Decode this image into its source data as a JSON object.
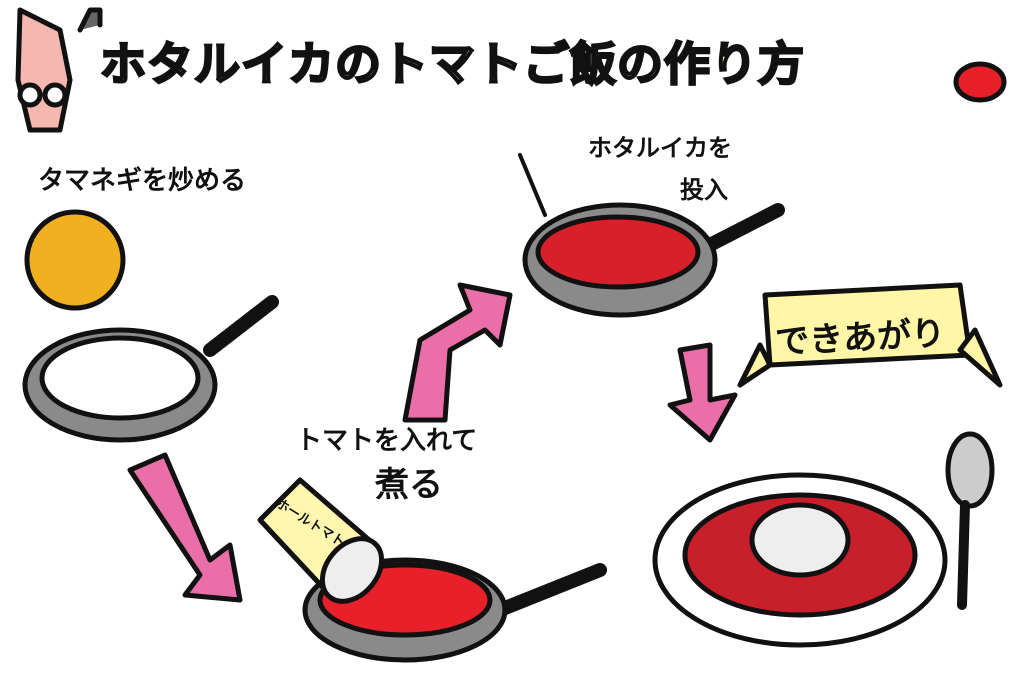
{
  "title": "ホタルイカのトマトご飯の作り方",
  "steps": [
    {
      "label": "タマネギを炒める"
    },
    {
      "label_line1": "ホタルイカを",
      "label_line2": "投入"
    },
    {
      "label_line1": "トマトを入れて",
      "label_line2": "煮る"
    },
    {
      "label": "できあがり"
    }
  ],
  "can_label": "ホールトマト",
  "colors": {
    "title_fill": "#fff6a8",
    "arrow": "#ea6fa8",
    "tomato": "#e8202a",
    "pan": "#8a8a8a",
    "banner": "#fff6a8",
    "onion": "#f0b020",
    "squid": "#f5b8b0"
  }
}
